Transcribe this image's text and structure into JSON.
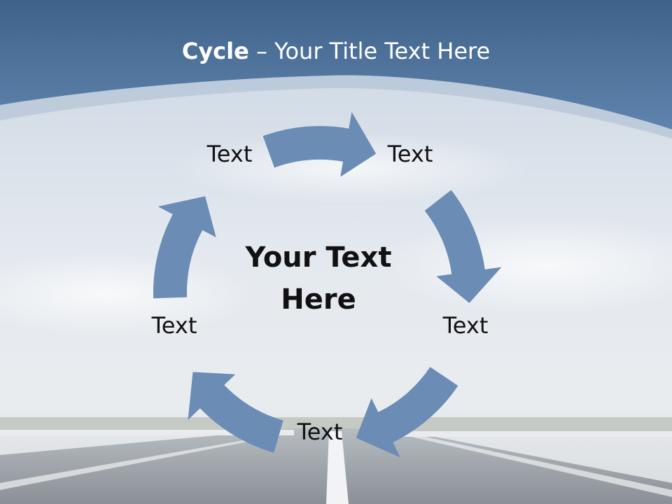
{
  "slide": {
    "title_bold": "Cycle",
    "title_rest": " – Your Title Text Here"
  },
  "cycle": {
    "center_text": "Your Text Here",
    "node_labels": [
      "Text",
      "Text",
      "Text",
      "Text",
      "Text"
    ]
  },
  "colors": {
    "arrow": "#6a8cb5",
    "banner": "#4a6f9a",
    "sky": "#dde4ec",
    "road": "#8e949a"
  }
}
